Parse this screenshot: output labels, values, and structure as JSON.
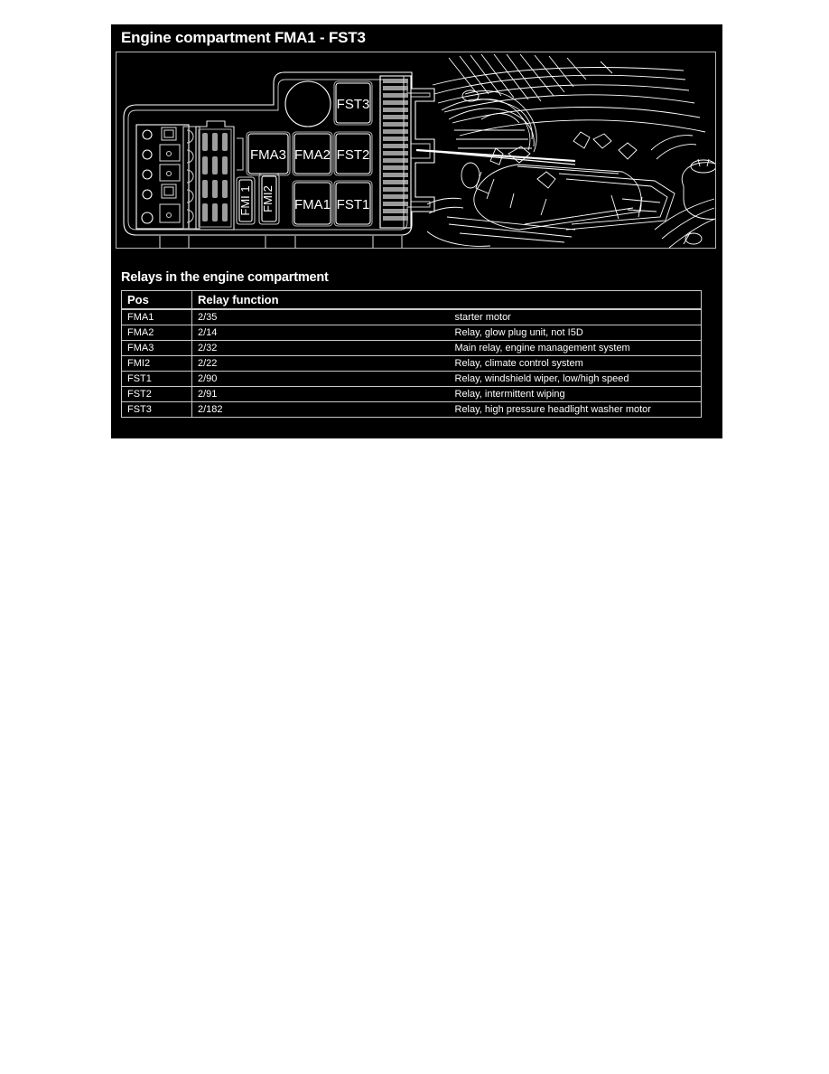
{
  "page": {
    "title": "Engine compartment FMA1 - FST3",
    "section_heading": "Relays in the engine compartment",
    "background": "#000000",
    "foreground": "#ffffff",
    "rule_color": "#c9c9c9"
  },
  "illustration": {
    "name": "engine-compartment-fuse-box-diagram",
    "description": "Line drawing of the engine compartment fuse/relay box with relay positions labeled, alongside a line-art view of the engine bay",
    "relay_labels": [
      {
        "id": "FST3",
        "label": "FST3"
      },
      {
        "id": "FMA3",
        "label": "FMA3"
      },
      {
        "id": "FMA2",
        "label": "FMA2"
      },
      {
        "id": "FST2",
        "label": "FST2"
      },
      {
        "id": "FMA1",
        "label": "FMA1"
      },
      {
        "id": "FST1",
        "label": "FST1"
      },
      {
        "id": "FMI1",
        "label": "FMI 1"
      },
      {
        "id": "FMI2",
        "label": "FMI2"
      }
    ]
  },
  "relay_table": {
    "columns": [
      "Pos",
      "Relay function"
    ],
    "rows": [
      {
        "pos": "FMA1",
        "code": "2/35",
        "function": "starter motor"
      },
      {
        "pos": "FMA2",
        "code": "2/14",
        "function": "Relay, glow plug unit, not I5D"
      },
      {
        "pos": "FMA3",
        "code": "2/32",
        "function": "Main relay, engine management system"
      },
      {
        "pos": "FMI2",
        "code": "2/22",
        "function": "Relay, climate control system"
      },
      {
        "pos": "FST1",
        "code": "2/90",
        "function": "Relay, windshield wiper, low/high speed"
      },
      {
        "pos": "FST2",
        "code": "2/91",
        "function": "Relay, intermittent wiping"
      },
      {
        "pos": "FST3",
        "code": "2/182",
        "function": "Relay, high pressure headlight washer motor"
      }
    ]
  }
}
